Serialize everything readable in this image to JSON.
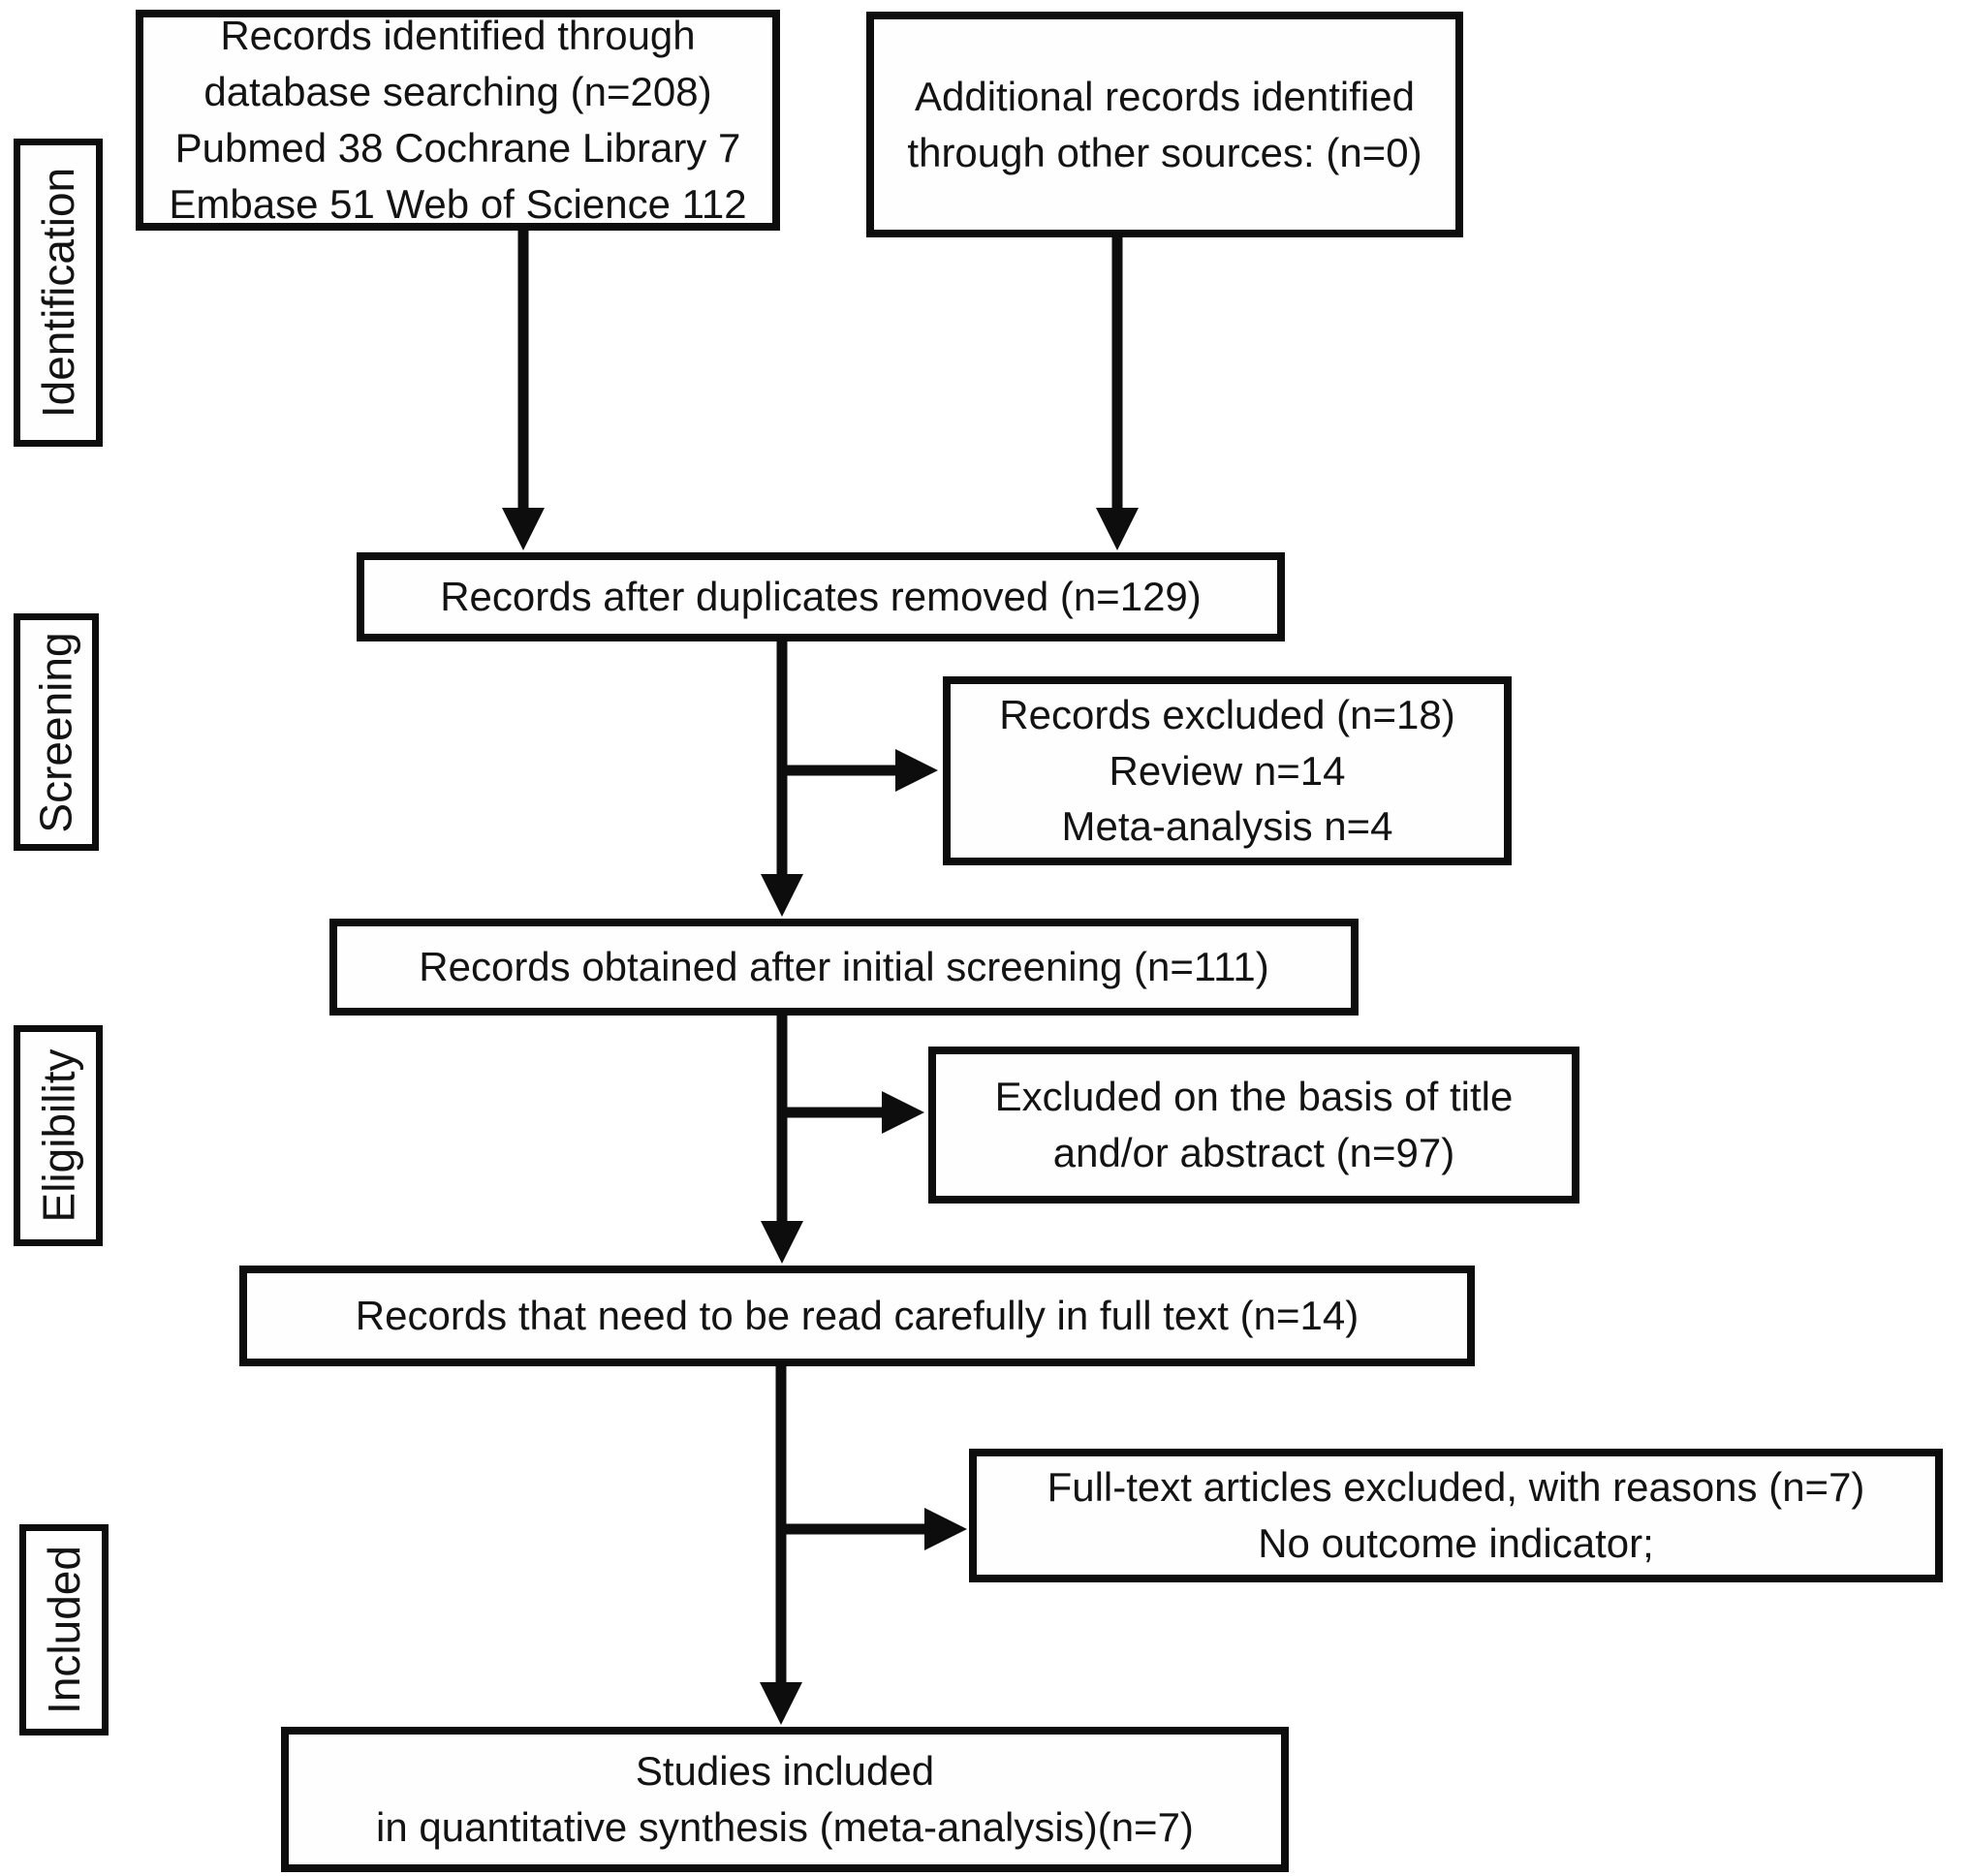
{
  "diagram": {
    "stages": {
      "identification": "Identification",
      "screening": "Screening",
      "eligibility": "Eligibility",
      "included": "Included"
    },
    "boxes": {
      "identified": "Records identified through\ndatabase searching (n=208)\nPubmed 38 Cochrane Library 7\nEmbase 51 Web of Science 112",
      "additional": "Additional records identified\nthrough other sources: (n=0)",
      "duplicates_removed": "Records after duplicates removed (n=129)",
      "records_excluded": "Records excluded (n=18)\nReview n=14\nMeta-analysis n=4",
      "initial_screening": "Records obtained after initial screening (n=111)",
      "excluded_title_abstract": "Excluded on the basis of title\nand/or abstract (n=97)",
      "full_text": "Records that need to be read carefully in full text (n=14)",
      "full_text_excluded": "Full-text articles excluded, with reasons (n=7)\nNo outcome indicator;",
      "included": "Studies included\nin quantitative synthesis (meta-analysis)(n=7)"
    }
  }
}
